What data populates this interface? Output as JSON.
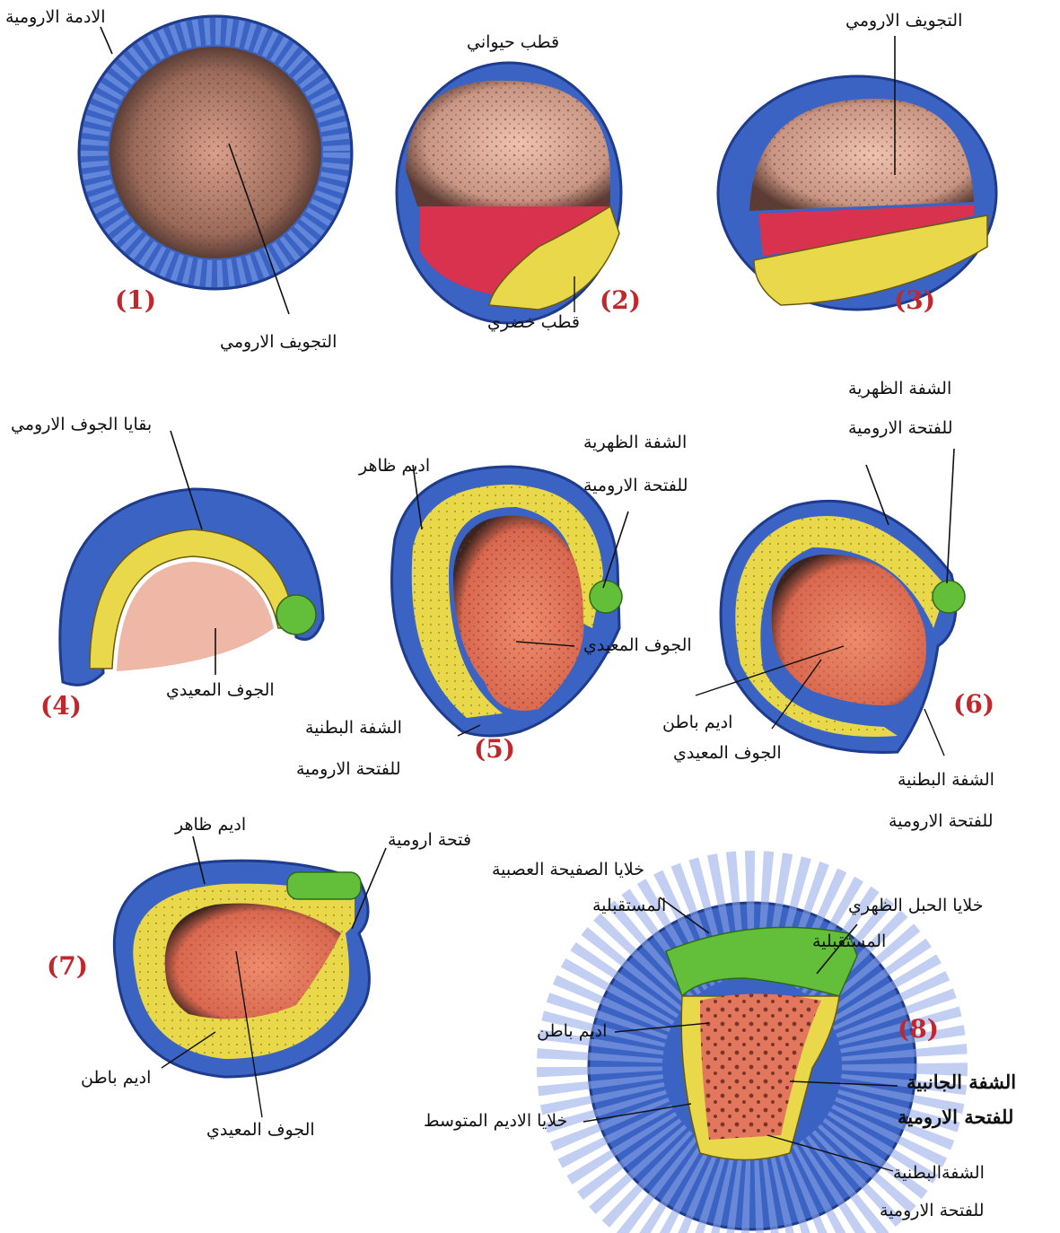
{
  "colors": {
    "ectoderm_blue": "#3a63c4",
    "ectoderm_cell": "#6d8ee0",
    "yellow_cells": "#e9d94a",
    "yellow_fill": "#ece38a",
    "red_cells": "#d8324f",
    "green_cells": "#63bf3a",
    "blastocoel": "#d9a892",
    "yolk_dark": "#6b4a40",
    "archenteron": "#e2775e",
    "label_red": "#c0282d"
  },
  "stages": {
    "s1": {
      "num": "(1)",
      "top": "الادمة الارومية",
      "bottom": "التجويف الارومي"
    },
    "s2": {
      "num": "(2)",
      "top": "قطب حيواني",
      "bottom": "قطب خضري"
    },
    "s3": {
      "num": "(3)",
      "top": "التجويف الارومي"
    },
    "s4": {
      "num": "(4)",
      "top": "بقايا الجوف الارومي",
      "bottom": "الجوف المعيدي"
    },
    "s5": {
      "num": "(5)",
      "ecto": "اديم ظاهر",
      "lip1": "الشفة الظهرية",
      "lip2": "للفتحة الارومية",
      "cavity": "الجوف المعيدي",
      "vlip1": "الشفة البطنية",
      "vlip2": "للفتحة الارومية"
    },
    "s6": {
      "num": "(6)",
      "lip1": "الشفة الظهرية",
      "lip2": "للفتحة الارومية",
      "endo": "اديم باطن",
      "cavity": "الجوف المعيدي",
      "vlip1": "الشفة البطنية",
      "vlip2": "للفتحة الارومية"
    },
    "s7": {
      "num": "(7)",
      "ecto": "اديم ظاهر",
      "opening": "فتحة ارومية",
      "endo": "اديم باطن",
      "cavity": "الجوف المعيدي"
    },
    "s8": {
      "num": "(8)",
      "neural1": "خلايا الصفيحة العصبية",
      "neural2": "المستقبلية",
      "noto1": "خلايا الحبل الظهري",
      "noto2": "المستقبلية",
      "endo": "اديم باطن",
      "meso": "خلايا الاديم المتوسط",
      "lat1": "الشفة الجانبية",
      "lat2": "للفتحة الارومية",
      "vlip1": "الشفةالبطنية",
      "vlip2": "للفتحة الارومية"
    }
  }
}
